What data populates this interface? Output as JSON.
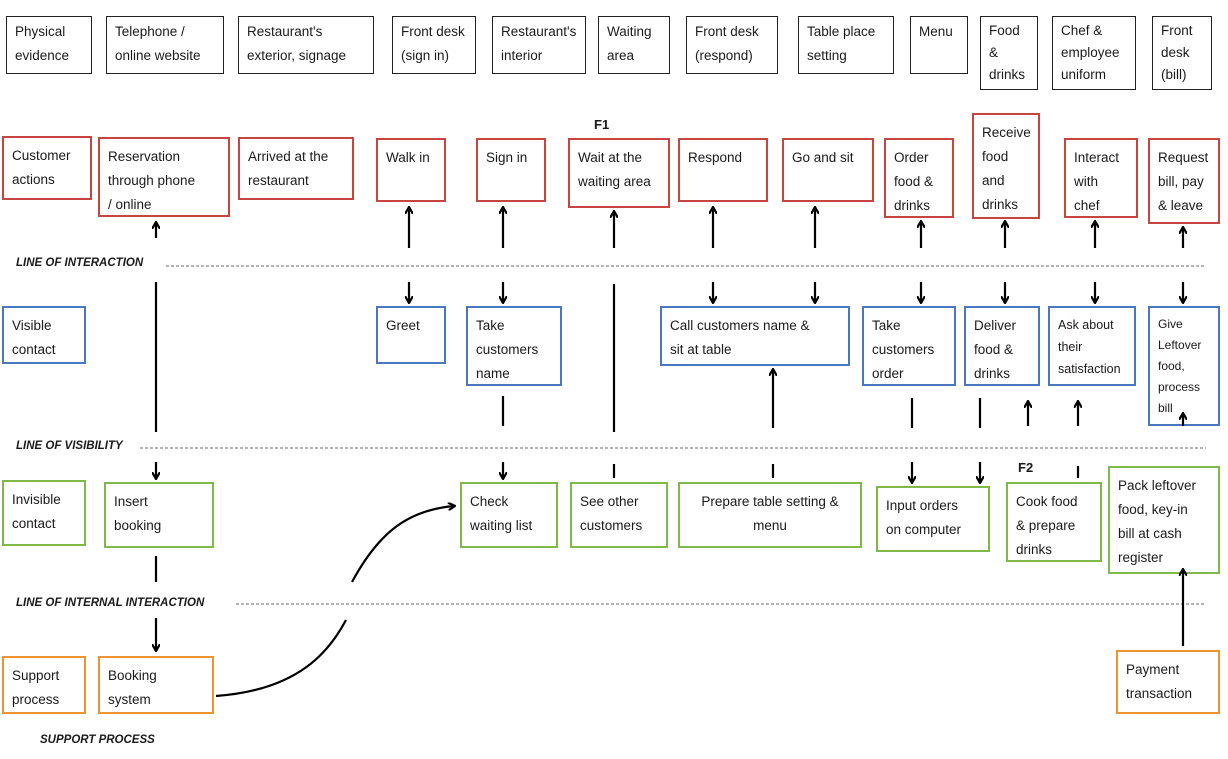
{
  "physical_evidence": [
    "Physical\nevidence",
    "Telephone /\nonline website",
    "Restaurant's\nexterior, signage",
    "Front desk\n(sign in)",
    "Restaurant's\ninterior",
    "Waiting\narea",
    "Front desk\n(respond)",
    "Table place\nsetting",
    "Menu",
    "Food\n&\ndrinks",
    "Chef &\nemployee\nuniform",
    "Front\ndesk\n(bill)"
  ],
  "customer_actions": [
    "Customer\nactions",
    "Reservation\nthrough phone\n/ online",
    "Arrived at the\nrestaurant",
    "Walk in",
    "Sign in",
    "Wait at the\nwaiting area",
    "Respond",
    "Go and sit",
    "Order\nfood &\ndrinks",
    "Receive\nfood\nand\ndrinks",
    "Interact\nwith\nchef",
    "Request\nbill, pay\n& leave"
  ],
  "visible_contact": [
    "Visible\ncontact",
    "Greet",
    "Take\ncustomers\nname",
    "Call customers name &\nsit at table",
    "Take\ncustomers\norder",
    "Deliver\nfood &\ndrinks",
    "Ask about\ntheir\nsatisfaction",
    "Give\nLeftover\nfood,\nprocess\nbill"
  ],
  "invisible_contact": [
    "Invisible\ncontact",
    "Insert\nbooking",
    "Check\nwaiting list",
    "See other\ncustomers",
    "Prepare table setting &\nmenu",
    "Input orders\non computer",
    "Cook food\n& prepare\ndrinks",
    "Pack leftover\nfood, key-in\nbill at cash\nregister"
  ],
  "support_process": [
    "Support\nprocess",
    "Booking\nsystem",
    "Payment\ntransaction"
  ],
  "lines": {
    "interaction": "LINE OF INTERACTION",
    "visibility": "LINE OF VISIBILITY",
    "internal": "LINE OF INTERNAL INTERACTION",
    "support": "SUPPORT PROCESS"
  },
  "markers": {
    "f1": "F1",
    "f2": "F2"
  },
  "colors": {
    "customer_actions": "#c8443f",
    "visible_contact": "#4a78be",
    "invisible_contact": "#7eb94a",
    "support_process": "#f0942f"
  }
}
